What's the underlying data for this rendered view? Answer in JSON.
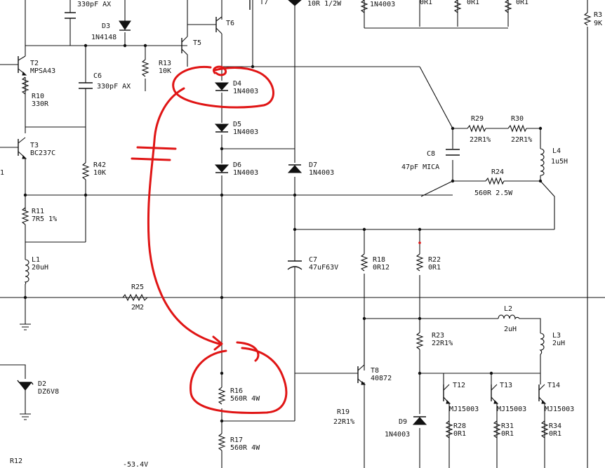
{
  "labels": {
    "c_top": "330pF AX",
    "d3": "D3",
    "d3v": "1N4148",
    "t6": "T6",
    "t5": "T5",
    "t7": "T7",
    "r_top": "10R 1/2W",
    "d_top": "1N4003",
    "r_top2": "0R1",
    "r_top3": "0R1",
    "r_top4": "0R1",
    "r3": "R3",
    "r3v": "9K",
    "t2": "T2",
    "t2v": "MPSA43",
    "r13": "R13",
    "r13v": "10K",
    "c6": "C6",
    "c6v": "330pF AX",
    "r10": "R10",
    "r10v": "330R",
    "d4": "D4",
    "d4v": "1N4003",
    "d5": "D5",
    "d5v": "1N4003",
    "d6": "D6",
    "d6v": "1N4003",
    "d7": "D7",
    "d7v": "1N4003",
    "t3": "T3",
    "t3v": "BC237C",
    "r42": "R42",
    "r42v": "10K",
    "r29": "R29",
    "r29v": "22R1%",
    "r30": "R30",
    "r30v": "22R1%",
    "c8": "C8",
    "c8v": "47pF MICA",
    "l4": "L4",
    "l4v": "1u5H",
    "r24": "R24",
    "r24v": "560R 2.5W",
    "r11": "R11",
    "r11v": "7R5 1%",
    "l1": "L1",
    "l1v": "20uH",
    "c7": "C7",
    "c7v": "47uF63V",
    "r18": "R18",
    "r18v": "0R12",
    "r22": "R22",
    "r22v": "0R1",
    "r25": "R25",
    "r25v": "2M2",
    "l2": "L2",
    "l2v": "2uH",
    "r23": "R23",
    "r23v": "22R1%",
    "l3": "L3",
    "l3v": "2uH",
    "t8": "T8",
    "t8v": "40872",
    "t12": "T12",
    "t13": "T13",
    "t14": "T14",
    "d2": "D2",
    "d2v": "DZ6V8",
    "r16": "R16",
    "r16v": "560R 4W",
    "r19": "R19",
    "r19v": "22R1%",
    "mj1": "MJ15003",
    "mj2": "MJ15003",
    "mj3": "MJ15003",
    "d9": "D9",
    "d9v": "1N4003",
    "r28": "R28",
    "r28v": "0R1",
    "r31": "R31",
    "r31v": "0R1",
    "r34": "R34",
    "r34v": "0R1",
    "r17": "R17",
    "r17v": "560R 4W",
    "r12": "R12",
    "volt": "-53.4V",
    "p1": "1"
  },
  "colors": {
    "ink": "#111111",
    "annotation": "#e01515",
    "background": "#ffffff"
  }
}
